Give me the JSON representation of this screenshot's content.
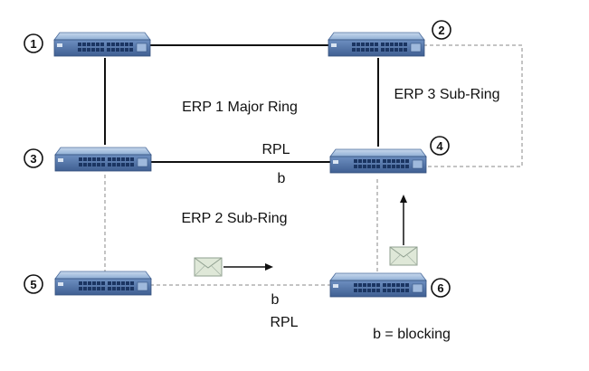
{
  "nodes": [
    {
      "id": "1",
      "label": "1"
    },
    {
      "id": "2",
      "label": "2"
    },
    {
      "id": "3",
      "label": "3"
    },
    {
      "id": "4",
      "label": "4"
    },
    {
      "id": "5",
      "label": "5"
    },
    {
      "id": "6",
      "label": "6"
    }
  ],
  "labels": {
    "major_ring": "ERP 1 Major Ring",
    "sub_ring_3": "ERP 3 Sub-Ring",
    "sub_ring_2": "ERP 2 Sub-Ring",
    "rpl_top": "RPL",
    "b_top": "b",
    "b_bottom": "b",
    "rpl_bottom": "RPL",
    "legend": "b = blocking"
  },
  "colors": {
    "switch_body": "#5b7fb0",
    "switch_top": "#9db8d8",
    "port": "#1f3f70",
    "solid_link": "#111111",
    "dashed_link": "#777777",
    "envelope_fill": "#dce6d6",
    "envelope_stroke": "#8a9a8a"
  }
}
